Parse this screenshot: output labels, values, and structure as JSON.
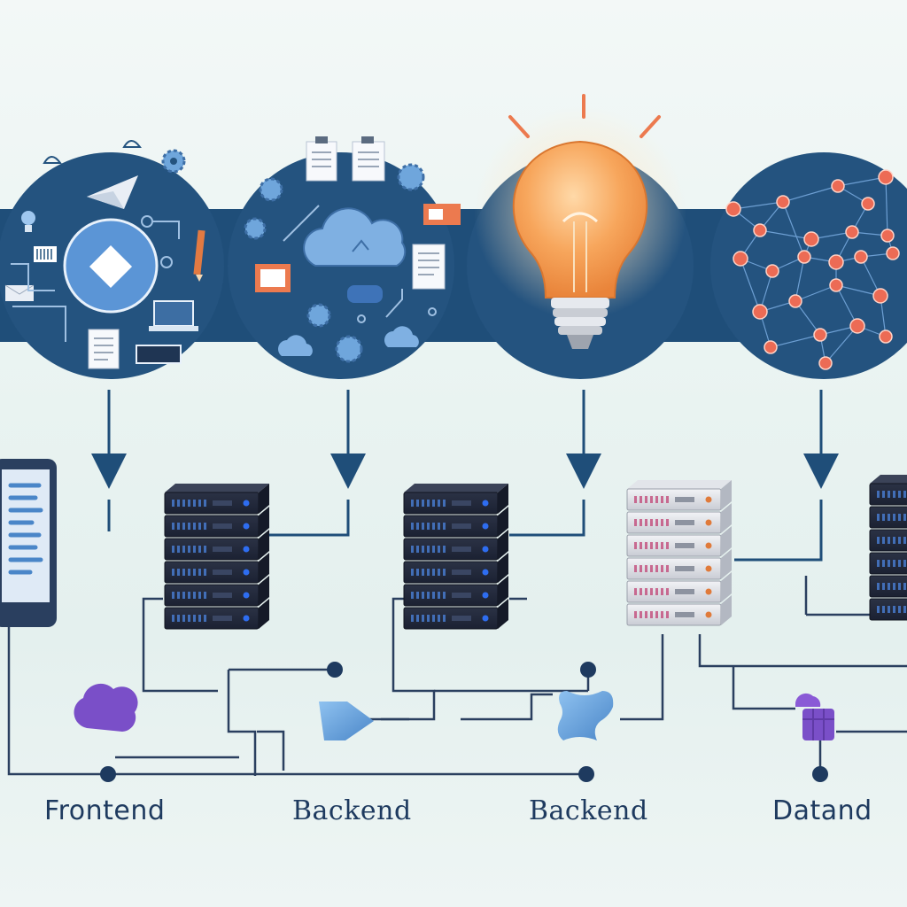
{
  "labels": {
    "frontend": "Frontend",
    "backend_1": "Backend",
    "backend_2": "Backend",
    "data": "Datand"
  },
  "colors": {
    "band": "#1f4e79",
    "circle": "#24537f",
    "line": "#2a3f5f",
    "dot": "#1e3a5f",
    "bulb": "#f5a460",
    "network_node": "#ec6b55",
    "accent_purple": "#7a4fc8",
    "accent_blue": "#5a9be0"
  },
  "icons": [
    "document-icon",
    "gear-icon",
    "cloud-icon",
    "lightbulb-icon",
    "network-icon",
    "server-rack-icon",
    "smartphone-icon",
    "laptop-icon"
  ]
}
